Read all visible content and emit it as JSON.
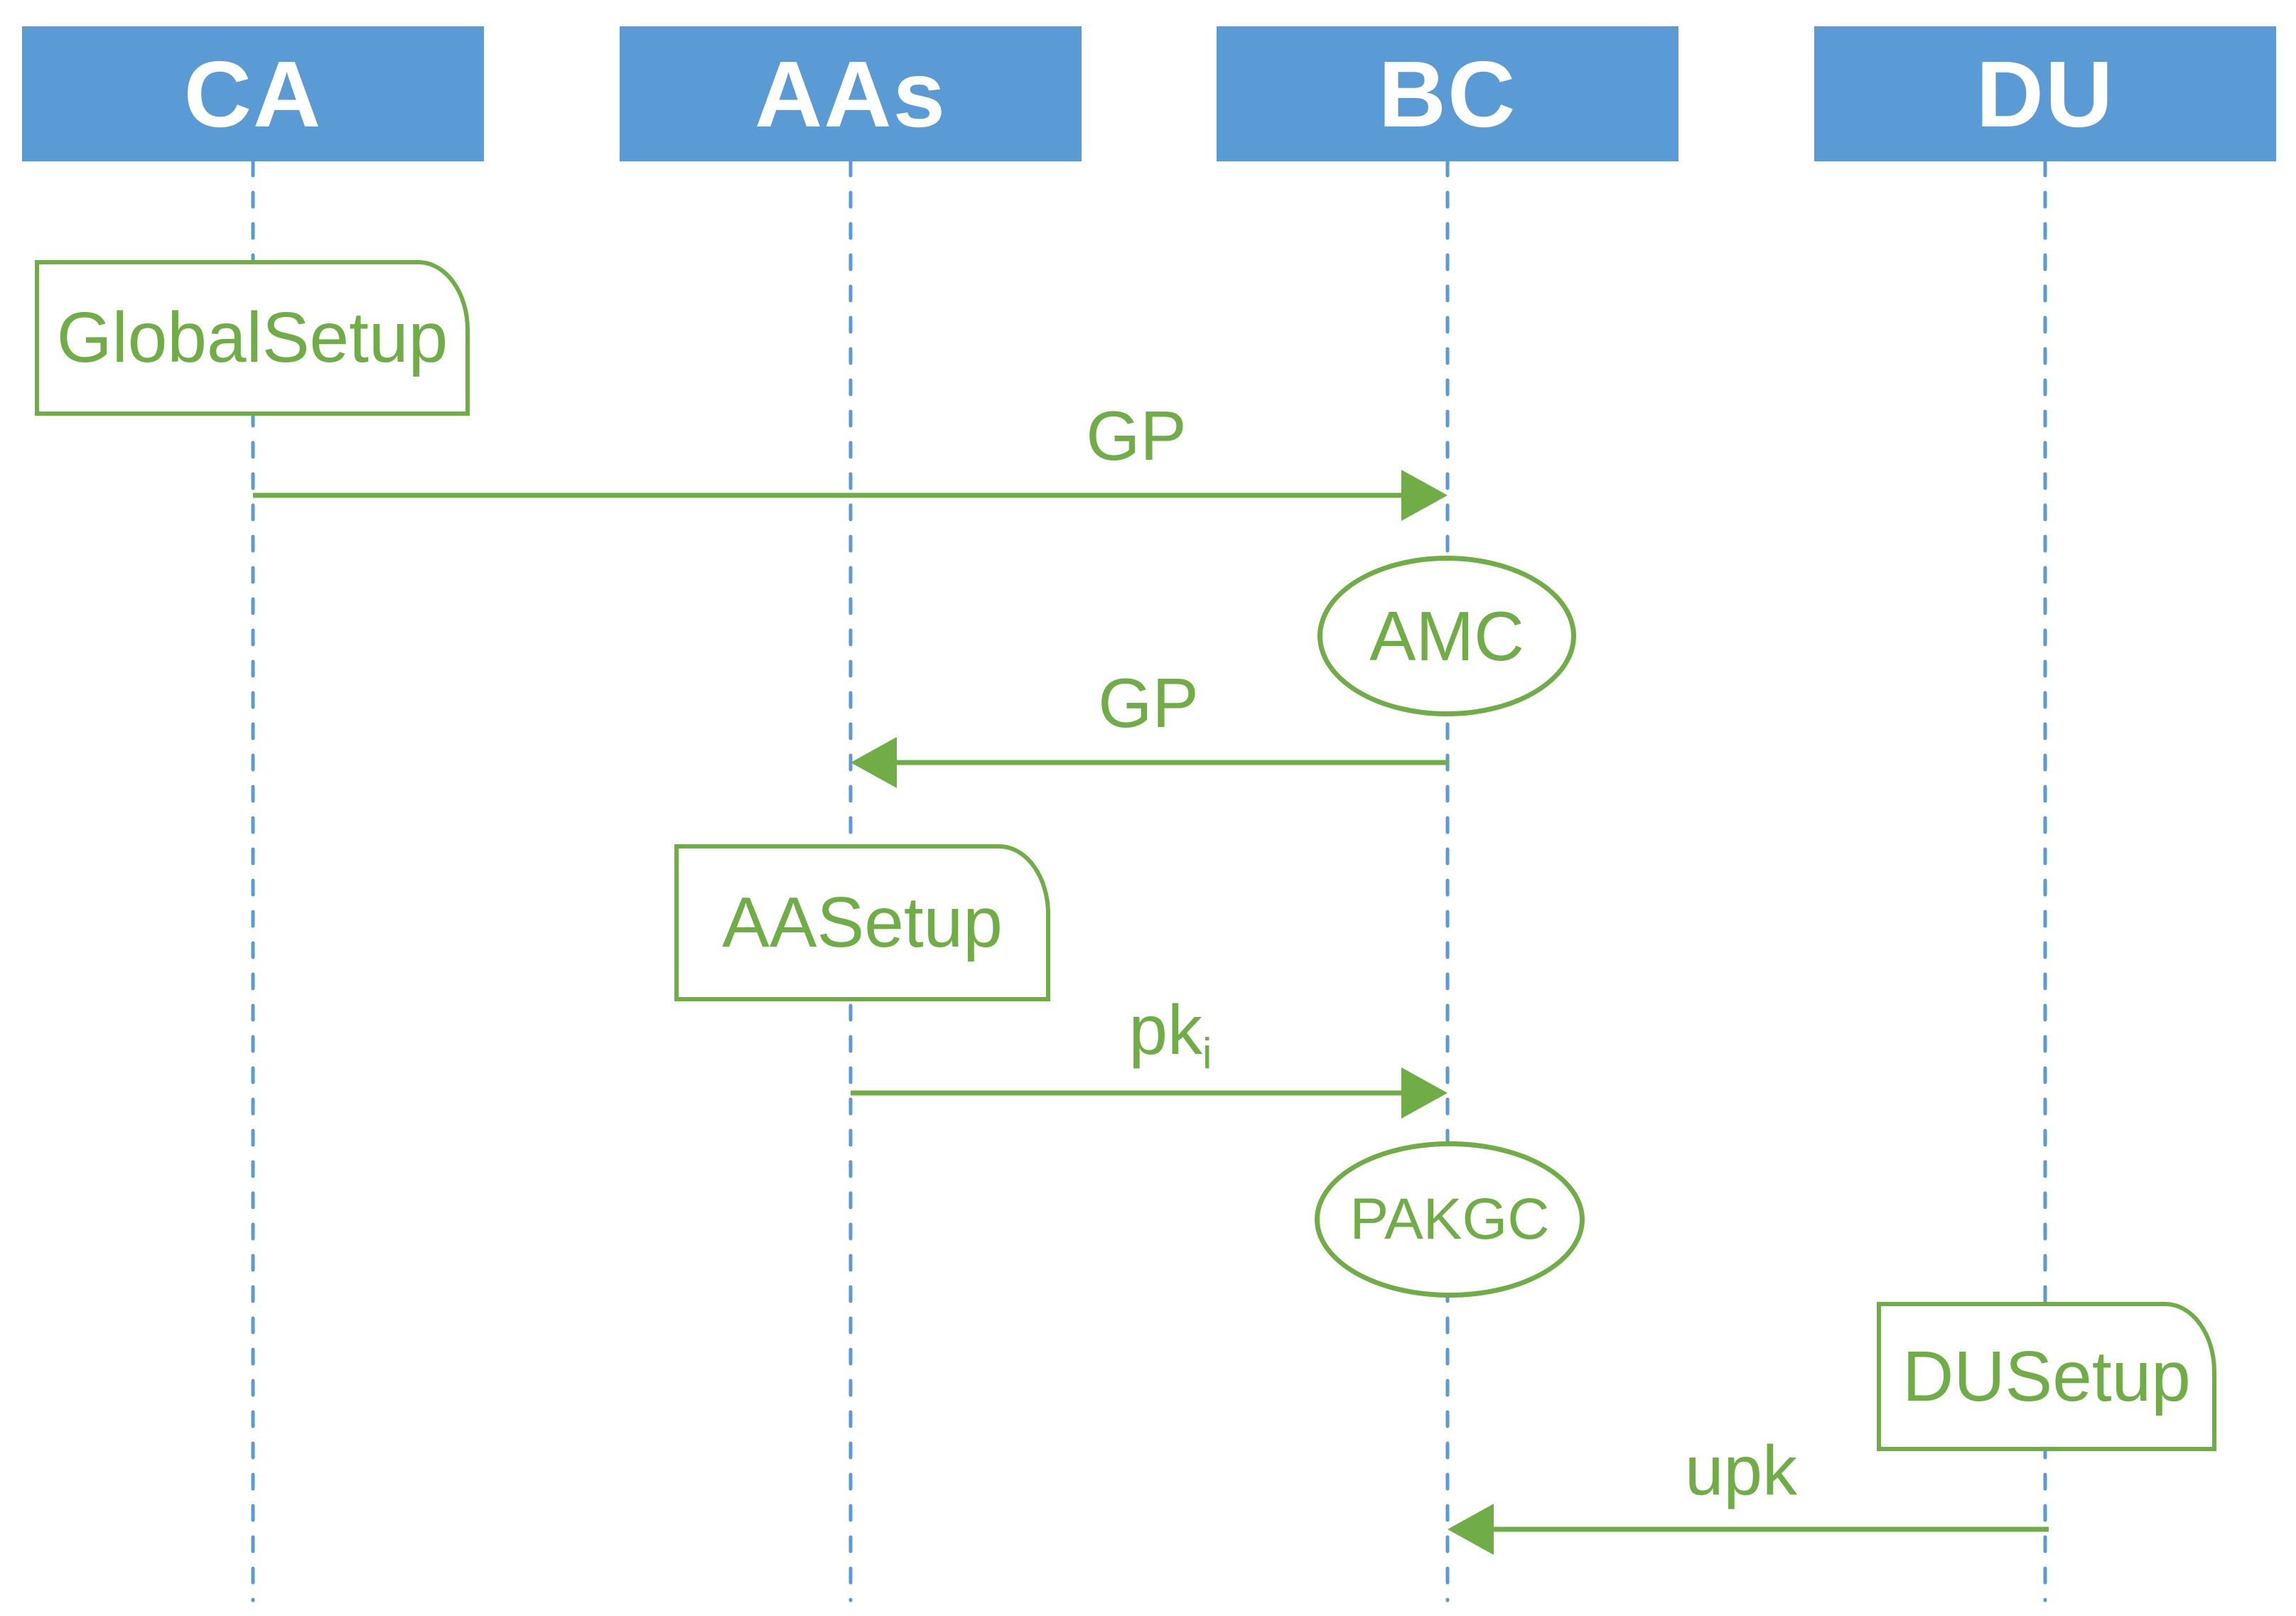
{
  "diagram": {
    "type": "sequence-diagram",
    "colors": {
      "actor_fill": "#5B9BD5",
      "actor_text": "#FFFFFF",
      "lifeline_blue": "#5B9BD5",
      "accent_green": "#70AD47",
      "background": "#FFFFFF"
    },
    "actors": [
      {
        "id": "ca",
        "label": "CA"
      },
      {
        "id": "aas",
        "label": "AAs"
      },
      {
        "id": "bc",
        "label": "BC"
      },
      {
        "id": "du",
        "label": "DU"
      }
    ],
    "process_boxes": [
      {
        "id": "global-setup",
        "label": "GlobalSetup",
        "on_lifeline": "CA"
      },
      {
        "id": "aa-setup",
        "label": "AASetup",
        "on_lifeline": "AAs"
      },
      {
        "id": "du-setup",
        "label": "DUSetup",
        "on_lifeline": "DU"
      }
    ],
    "state_ellipses": [
      {
        "id": "amc",
        "label": "AMC",
        "on_lifeline": "BC"
      },
      {
        "id": "pakgc",
        "label": "PAKGC",
        "on_lifeline": "BC"
      }
    ],
    "messages": [
      {
        "id": "m1",
        "label": "GP",
        "from": "CA",
        "to": "BC"
      },
      {
        "id": "m2",
        "label": "GP",
        "from": "BC",
        "to": "AAs"
      },
      {
        "id": "m3",
        "label": "pk",
        "label_sub": "i",
        "from": "AAs",
        "to": "BC"
      },
      {
        "id": "m4",
        "label": "upk",
        "from": "DU",
        "to": "BC"
      }
    ]
  }
}
